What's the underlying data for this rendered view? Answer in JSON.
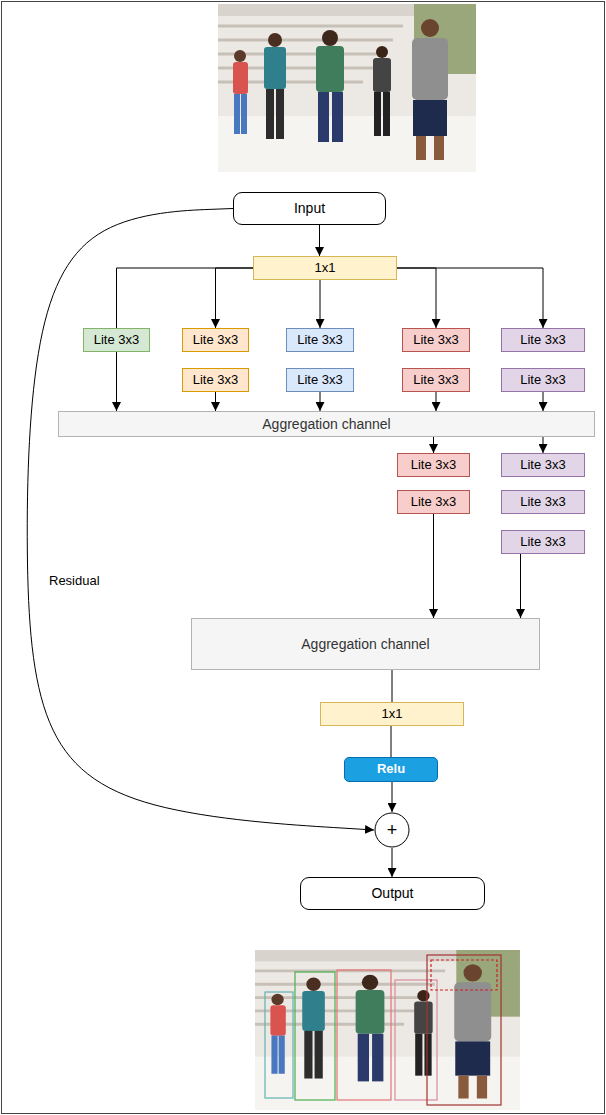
{
  "diagram": {
    "nodes": [
      {
        "text": [
          "Input"
        ]
      },
      {
        "text": [
          "1x1"
        ]
      },
      {
        "text": [
          "Lite 3x3"
        ]
      },
      {
        "text": [
          "Lite 3x3"
        ]
      },
      {
        "text": [
          "Lite 3x3"
        ]
      },
      {
        "text": [
          "Lite 3x3"
        ]
      },
      {
        "text": [
          "Lite 3x3"
        ]
      },
      {
        "text": [
          "Lite 3x3"
        ]
      },
      {
        "text": [
          "Lite 3x3"
        ]
      },
      {
        "text": [
          "Lite 3x3"
        ]
      },
      {
        "text": [
          "Lite 3x3"
        ]
      },
      {
        "text": [
          "Aggregation channel"
        ]
      },
      {
        "text": [
          "Lite 3x3"
        ]
      },
      {
        "text": [
          "Lite 3x3"
        ]
      },
      {
        "text": [
          "Lite 3x3"
        ]
      },
      {
        "text": [
          "Lite 3x3"
        ]
      },
      {
        "text": [
          "Lite 3x3"
        ]
      },
      {
        "text": [
          "Aggregation channel"
        ]
      },
      {
        "text": [
          "1x1"
        ]
      },
      {
        "text": [
          "Relu"
        ]
      },
      {
        "text": [
          "+"
        ]
      },
      {
        "text": [
          "Output"
        ]
      }
    ],
    "edges": [
      {
        "from": 0,
        "to": 1,
        "arrow": "to"
      },
      {
        "from": 1,
        "to": 2,
        "arrow": "none"
      },
      {
        "from": 1,
        "to": 3,
        "arrow": "to"
      },
      {
        "from": 1,
        "to": 4,
        "arrow": "to"
      },
      {
        "from": 1,
        "to": 5,
        "arrow": "to"
      },
      {
        "from": 1,
        "to": 6,
        "arrow": "to"
      },
      {
        "from": 2,
        "to": 11,
        "arrow": "to"
      },
      {
        "from": 7,
        "to": 11,
        "arrow": "to"
      },
      {
        "from": 8,
        "to": 11,
        "arrow": "to"
      },
      {
        "from": 9,
        "to": 11,
        "arrow": "to"
      },
      {
        "from": 10,
        "to": 11,
        "arrow": "to"
      },
      {
        "from": 11,
        "to": 12,
        "arrow": "to"
      },
      {
        "from": 11,
        "to": 13,
        "arrow": "to"
      },
      {
        "from": 14,
        "to": 17,
        "arrow": "to"
      },
      {
        "from": 16,
        "to": 17,
        "arrow": "to"
      },
      {
        "from": 17,
        "to": 18,
        "arrow": "none"
      },
      {
        "from": 18,
        "to": 19,
        "arrow": "none"
      },
      {
        "from": 19,
        "to": 20,
        "arrow": "to"
      },
      {
        "from": 20,
        "to": 21,
        "arrow": "to"
      },
      {
        "from": 0,
        "to": 20,
        "label": "Residual",
        "arrow": "to"
      }
    ]
  }
}
